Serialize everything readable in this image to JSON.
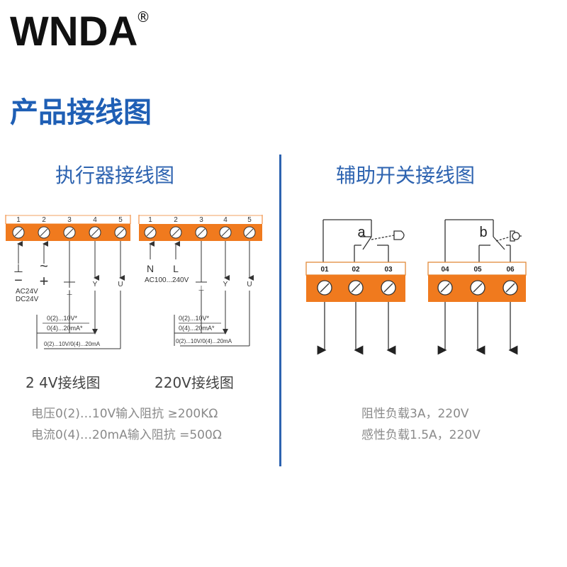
{
  "brand": {
    "name": "WNDA",
    "registered": "®"
  },
  "section_title": "产品接线图",
  "colors": {
    "accent_blue": "#2d63b0",
    "terminal_orange": "#f07a1e"
  },
  "left_panel": {
    "title": "执行器接线图",
    "diagram_24v": {
      "terminals": [
        "1",
        "2",
        "3",
        "4",
        "5"
      ],
      "symbols": [
        "⊥",
        "~",
        "⊥",
        "Y",
        "U"
      ],
      "polarity": [
        "−",
        "+"
      ],
      "supply": [
        "AC24V",
        "DC24V"
      ],
      "signal_voltage": "0(2)...10V*",
      "signal_current": "0(4)...20mA*",
      "feedback": "0(2)...10V/0(4)...20mA"
    },
    "diagram_220v": {
      "terminals": [
        "1",
        "2",
        "3",
        "4",
        "5"
      ],
      "symbols": [
        "N",
        "L",
        "⊥",
        "Y",
        "U"
      ],
      "supply": "AC100...240V",
      "signal_voltage": "0(2)...10V*",
      "signal_current": "0(4)...20mA*",
      "feedback": "0(2)...10V/0(4)...20mA"
    },
    "caption_24v": "2 4V接线图",
    "caption_220v": "220V接线图",
    "note_voltage": "电压0(2)…10V输入阻抗 ≥200KΩ",
    "note_current": "电流0(4)…20mA输入阻抗 =500Ω"
  },
  "right_panel": {
    "title": "辅助开关接线图",
    "switch_a": {
      "label": "a",
      "terminals": [
        "01",
        "02",
        "03"
      ]
    },
    "switch_b": {
      "label": "b",
      "terminals": [
        "04",
        "05",
        "06"
      ]
    },
    "load_resistive": "阻性负载3A，220V",
    "load_inductive": "感性负载1.5A，220V"
  }
}
